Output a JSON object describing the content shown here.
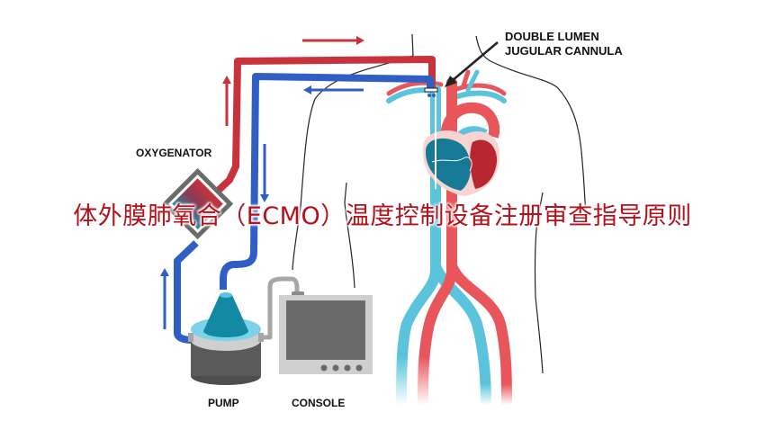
{
  "title": "体外膜肺氧合（ECMO）温度控制设备注册审查指导原则",
  "labels": {
    "cannula_line1": "DOUBLE LUMEN",
    "cannula_line2": "JUGULAR CANNULA",
    "oxygenator": "OXYGENATOR",
    "pump": "PUMP",
    "console": "CONSOLE"
  },
  "colors": {
    "oxygenated_tube": "#c8333b",
    "deoxygenated_tube": "#2f5fc4",
    "artery": "#e8555a",
    "vein": "#5bc4dc",
    "heart_dark": "#167a96",
    "title": "#b5111b",
    "console_gray": "#cfcfcf",
    "screen_gray": "#6a6a6a"
  },
  "flow_arrows": [
    {
      "name": "oxygenated-flow-right",
      "direction": "right",
      "color": "oxygenated"
    },
    {
      "name": "deoxygenated-flow-left",
      "direction": "left",
      "color": "deoxygenated"
    },
    {
      "name": "oxygenated-flow-up",
      "direction": "up",
      "color": "oxygenated"
    },
    {
      "name": "deoxygenated-flow-down",
      "direction": "down",
      "color": "deoxygenated"
    },
    {
      "name": "deoxygenated-flow-up",
      "direction": "up",
      "color": "deoxygenated"
    }
  ]
}
